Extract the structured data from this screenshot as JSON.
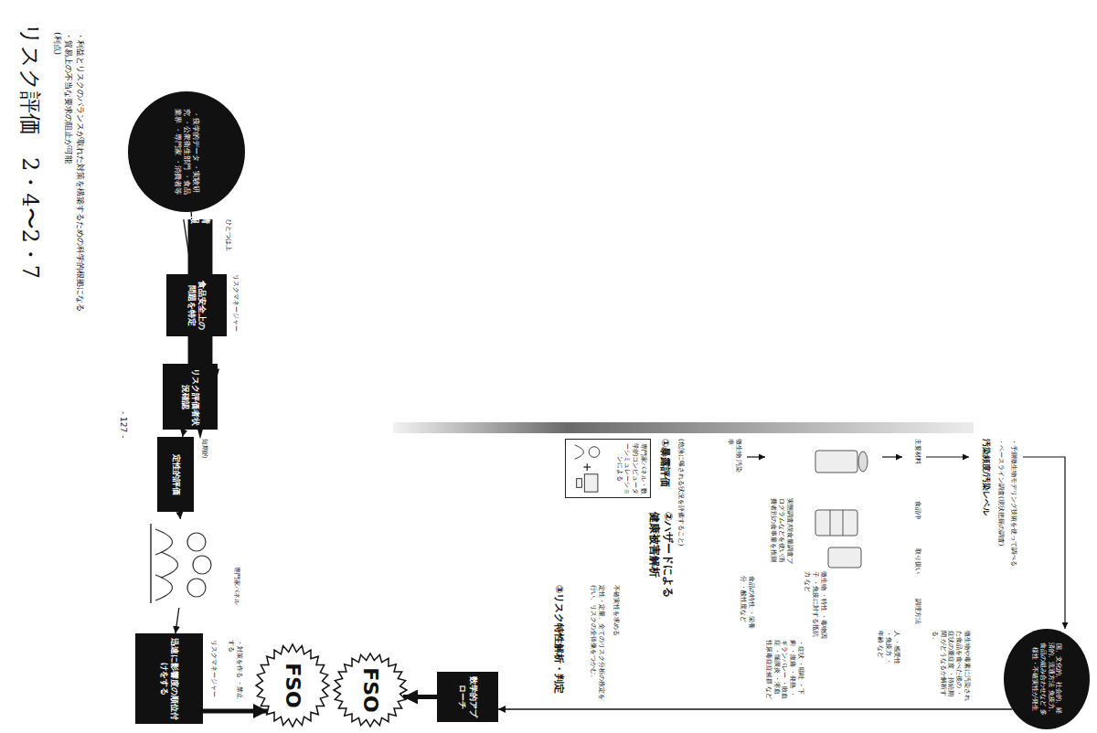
{
  "diagram": {
    "title": "リスク評価　2・4〜2・7",
    "nodes": [
      {
        "text": [
          "・疫学的データ ・実験研究 ・公衆衛生部門 ・食品業界 ・専門家 ・消費者等"
        ]
      },
      {
        "text": [
          "情報"
        ]
      },
      {
        "text": [
          "食品安全上の問題を特定"
        ]
      },
      {
        "text": [
          "リスク評価者状況確認"
        ]
      },
      {
        "text": [
          "定性的評価"
        ]
      },
      {
        "text": [
          "専門家パネル"
        ]
      },
      {
        "text": [
          "迅速に影響度の順位付けをする"
        ]
      },
      {
        "text": [
          "FSO"
        ]
      },
      {
        "text": [
          "FSO"
        ]
      },
      {
        "text": [
          "数学的アプローチ"
        ]
      },
      {
        "text": [
          "専門家パネル・数学的コンピューターシミュレーションによる"
        ]
      },
      {
        "text": [
          "国、文化的、社会的、経済的、流通方法 免疫力、食品の組み合わせなど 多様性・不確実性が発生"
        ]
      }
    ],
    "edges": [
      {
        "from": 0,
        "to": 1,
        "arrow": "none"
      },
      {
        "from": 1,
        "to": 2,
        "arrow": "to"
      },
      {
        "from": 2,
        "to": 3,
        "arrow": "to"
      },
      {
        "from": 3,
        "to": 4,
        "arrow": "to"
      },
      {
        "from": 4,
        "to": 5,
        "arrow": "to"
      },
      {
        "from": 5,
        "to": 6,
        "arrow": "to"
      },
      {
        "from": 6,
        "to": 7,
        "arrow": "to"
      },
      {
        "from": 11,
        "to": 9,
        "arrow": "to"
      },
      {
        "from": 9,
        "to": 8,
        "arrow": "to"
      }
    ],
    "labels": [
      "(利点)",
      "・貿易上の不当な要求の阻止が可能",
      "・利益とリスクのバランスが取れた対策を構築するための科学的根拠になる",
      "ひとつは上",
      "リスクマネージャー",
      "短期的",
      "リスクマネージャー",
      "・対策を作る ・禁止する",
      "- 127 -",
      "①暴露評価",
      "(危険に曝される状況を評価すること)",
      "②ハザードによる健康被害解析",
      "③リスク特性解析・判定",
      "定性・定量、全てのリスク分析の推定を行い、リスクの全体像をつかむ。",
      "不確実性を求める",
      "微生物 汚染率",
      "実態調査/喫食量調査プログラムなどを使い消費者別の食事量を推測",
      "主要材料",
      "食品中",
      "取り扱い",
      "調理方法",
      "汚染頻度/汚染レベル",
      "・ベースライン調査(現状把握の調査)",
      "・予測微生物モデリング技術を使って調べる",
      "食品の特性 ・栄養分 ・酸性度など",
      "微生物 ・特性 ・毒物因子 ・免疫に対する抵抗力 など",
      "人 ・感受性 ・免疫力 ・年齢 など",
      "・症状 ・嘔吐 ・下痢 ・腹痛 ・発熱 ・ギランバレー ・敗血症 ・髄膜炎 ・溶血性尿毒症症候群 など",
      "微生物や毒素に汚染された食品を食べた後の ・症状の重症度 ・持続期間 がどうなるか解析する。"
    ]
  }
}
